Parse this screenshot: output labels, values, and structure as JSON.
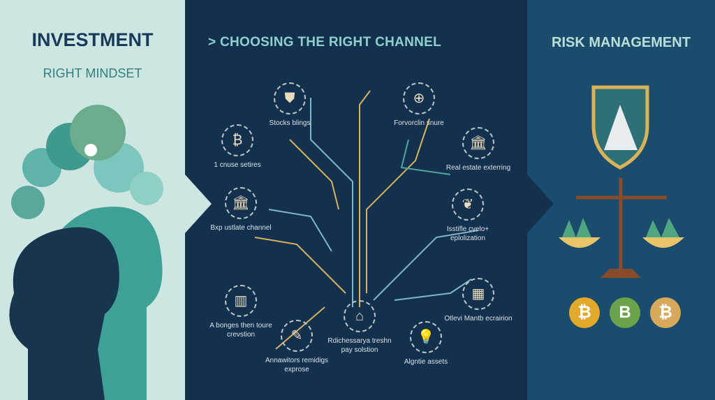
{
  "left": {
    "title": "INVESTMENT",
    "subtitle": "RIGHT MINDSET"
  },
  "middle": {
    "title": "> CHOOSING THE RIGHT CHANNEL",
    "nodes": [
      {
        "label": "Stocks blings",
        "icon": "shield-icon"
      },
      {
        "label": "Forvorclin snure",
        "icon": "compass-icon"
      },
      {
        "label": "1 cnuse setires",
        "icon": "bitcoin-icon"
      },
      {
        "label": "Real estate exterring",
        "icon": "bank-icon"
      },
      {
        "label": "Bxp ustlate channel",
        "icon": "bank-icon"
      },
      {
        "label": "Isstifle cvelo+ eplolization",
        "icon": "leaf-icon"
      },
      {
        "label": "A bonges then toure crevstion",
        "icon": "building-icon"
      },
      {
        "label": "Annawitors remidigs exprose",
        "icon": "rocket-icon"
      },
      {
        "label": "Rdichessarya treshn pay solstion",
        "icon": "house-icon"
      },
      {
        "label": "Algntie assets",
        "icon": "lightbulb-icon"
      },
      {
        "label": "Otlevi Mantb ecrairion",
        "icon": "building-icon"
      }
    ]
  },
  "right": {
    "title": "RISK MANAGEMENT",
    "coins": [
      "₿",
      "B",
      "₿"
    ]
  },
  "colors": {
    "left_bg": "#cde6e2",
    "mid_bg": "#13304f",
    "right_bg": "#1c4c6d",
    "gold": "#d9b35a",
    "teal": "#4fa79b"
  }
}
